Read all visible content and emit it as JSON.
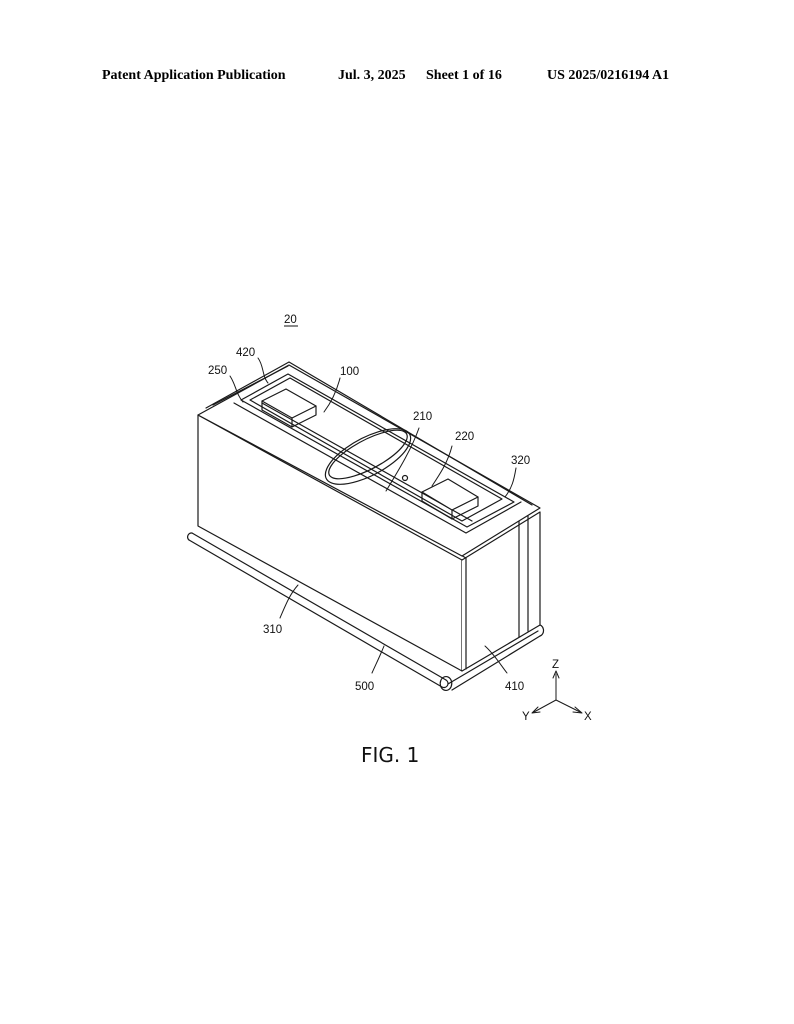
{
  "header": {
    "publication": "Patent Application Publication",
    "date": "Jul. 3, 2025",
    "sheet": "Sheet 1 of 16",
    "number": "US 2025/0216194 A1"
  },
  "figure": {
    "caption": "FIG. 1",
    "assembly_ref": "20",
    "refs": {
      "r420": "420",
      "r250": "250",
      "r100": "100",
      "r210": "210",
      "r220": "220",
      "r320": "320",
      "r310": "310",
      "r500": "500",
      "r410": "410"
    },
    "axes": {
      "z": "Z",
      "y": "Y",
      "x": "X"
    }
  }
}
